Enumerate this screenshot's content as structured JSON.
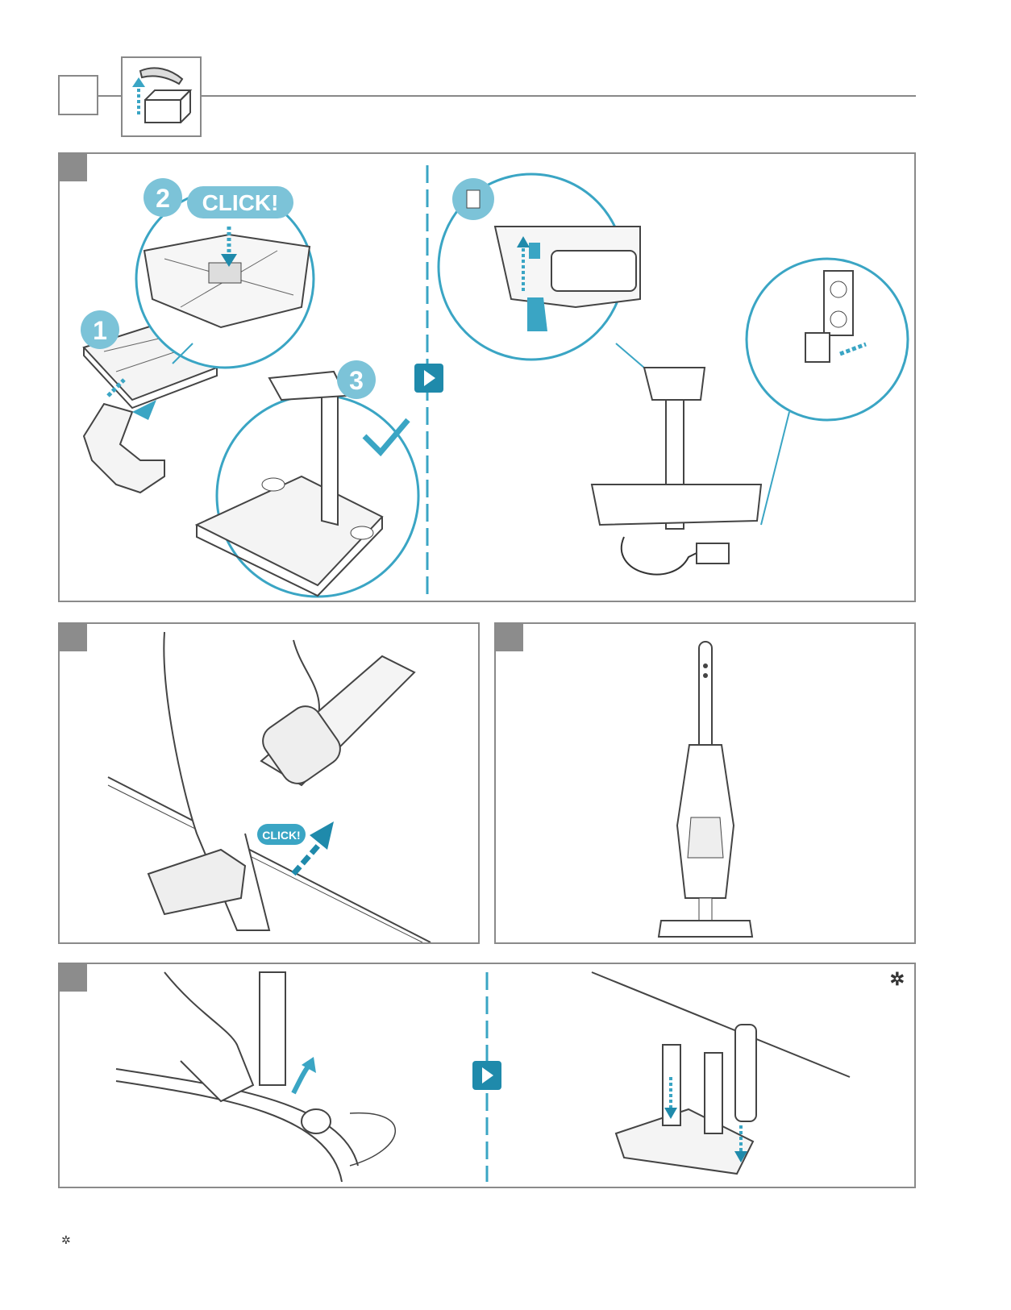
{
  "colors": {
    "accent": "#3aa5c4",
    "accent_dark": "#1f8aab",
    "accent_light": "#7cc3d8",
    "frame": "#8a8a8a",
    "line": "#555555"
  },
  "header": {
    "step_number": "",
    "icon": "unpack-box-icon"
  },
  "panel_a": {
    "steps": [
      "1",
      "2",
      "3"
    ],
    "click_label": "CLICK!",
    "icons": [
      "base-assembly-icon",
      "stand-pole-icon",
      "checkmark-icon",
      "next-arrow-icon"
    ]
  },
  "panel_b": {
    "icons": [
      "dc-plug-icon",
      "wall-socket-icon",
      "charger-adapter-icon",
      "charging-stand-icon"
    ]
  },
  "panel_c": {
    "click_label": "CLICK!",
    "icons": [
      "vacuum-attach-icon",
      "up-arrow-icon"
    ]
  },
  "panel_d": {
    "icons": [
      "upright-vacuum-icon"
    ]
  },
  "panel_e": {
    "icons": [
      "remove-cap-icon",
      "next-arrow-icon",
      "accessory-holder-icon",
      "asterisk-icon"
    ]
  },
  "footnote": {
    "symbol": "✲",
    "text": ""
  }
}
